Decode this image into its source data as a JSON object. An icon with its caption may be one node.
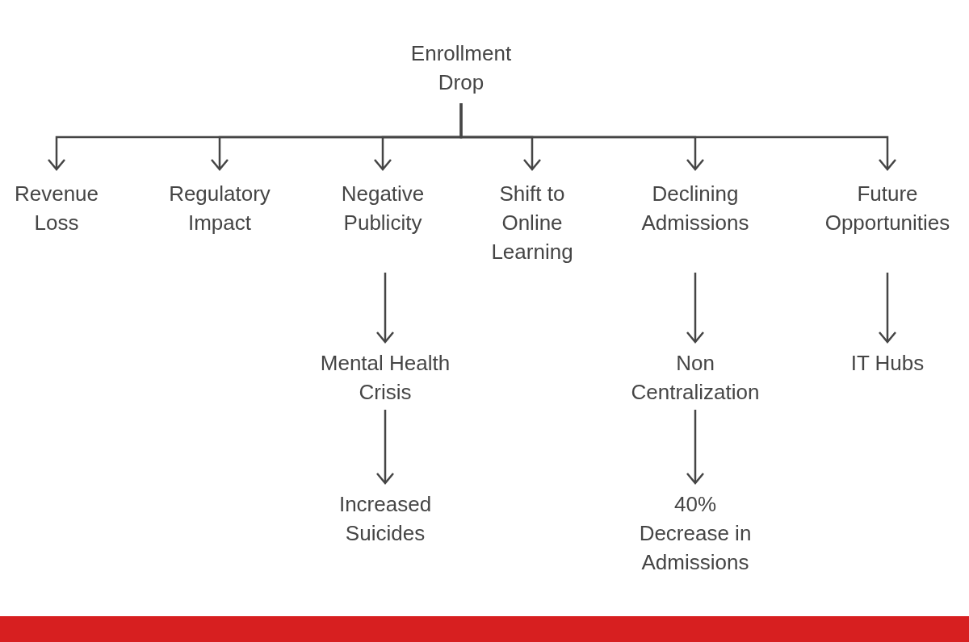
{
  "diagram": {
    "nodes": [
      {
        "text": [
          "Enrollment Drop"
        ]
      },
      {
        "text": [
          "Revenue Loss"
        ]
      },
      {
        "text": [
          "Regulatory Impact"
        ]
      },
      {
        "text": [
          "Negative Publicity"
        ]
      },
      {
        "text": [
          "Shift to Online Learning"
        ]
      },
      {
        "text": [
          "Declining Admissions"
        ]
      },
      {
        "text": [
          "Future Opportunities"
        ]
      },
      {
        "text": [
          "Mental Health Crisis"
        ]
      },
      {
        "text": [
          "Increased Suicides"
        ]
      },
      {
        "text": [
          "Non Centralization"
        ]
      },
      {
        "text": [
          "40% Decrease in Admissions"
        ]
      },
      {
        "text": [
          "IT Hubs"
        ]
      }
    ],
    "edges": [
      {
        "from": 0,
        "to": 1,
        "arrow": "to"
      },
      {
        "from": 0,
        "to": 2,
        "arrow": "to"
      },
      {
        "from": 0,
        "to": 3,
        "arrow": "to"
      },
      {
        "from": 0,
        "to": 4,
        "arrow": "to"
      },
      {
        "from": 0,
        "to": 5,
        "arrow": "to"
      },
      {
        "from": 0,
        "to": 6,
        "arrow": "to"
      },
      {
        "from": 3,
        "to": 7,
        "arrow": "to"
      },
      {
        "from": 7,
        "to": 8,
        "arrow": "to"
      },
      {
        "from": 5,
        "to": 9,
        "arrow": "to"
      },
      {
        "from": 9,
        "to": 10,
        "arrow": "to"
      },
      {
        "from": 6,
        "to": 11,
        "arrow": "to"
      }
    ]
  }
}
